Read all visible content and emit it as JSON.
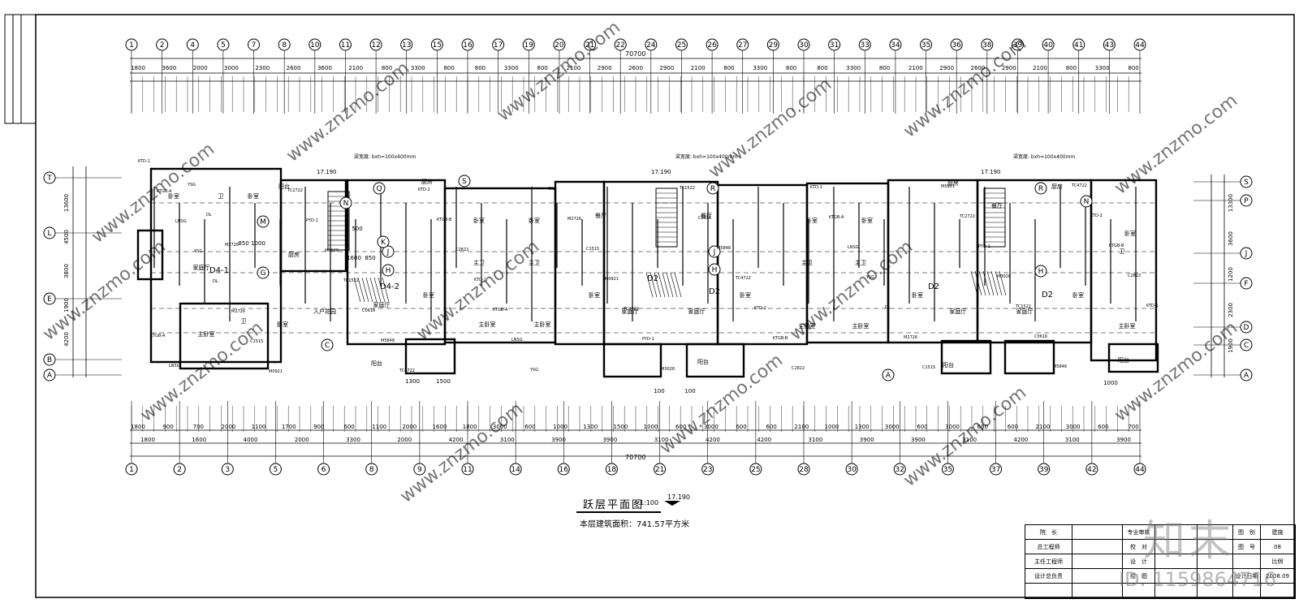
{
  "drawing": {
    "title": "跃层平面图",
    "scale": "1:100",
    "level": "17.190",
    "area_note": "本层建筑面积：741.57平方米",
    "total_dim": "70700",
    "top_axis_labels": [
      "1",
      "2",
      "4",
      "5",
      "7",
      "8",
      "10",
      "11",
      "12",
      "13",
      "15",
      "16",
      "17",
      "19",
      "20",
      "21",
      "22",
      "24",
      "25",
      "26",
      "27",
      "29",
      "30",
      "31",
      "33",
      "34",
      "35",
      "36",
      "38",
      "39",
      "40",
      "41",
      "43",
      "44"
    ],
    "bottom_axis_labels": [
      "1",
      "2",
      "3",
      "5",
      "6",
      "8",
      "9",
      "11",
      "14",
      "16",
      "18",
      "21",
      "23",
      "25",
      "28",
      "30",
      "32",
      "35",
      "37",
      "39",
      "42",
      "44"
    ],
    "left_axis_labels": [
      "T",
      "L",
      "E",
      "B",
      "A"
    ],
    "right_axis_labels": [
      "S",
      "P",
      "J",
      "F",
      "D",
      "C",
      "A"
    ],
    "top_dims_row1": [
      "1800",
      "3600",
      "2000",
      "3000",
      "2300",
      "2600",
      "3600",
      "2100",
      "800",
      "3300",
      "800",
      "800",
      "3300",
      "800",
      "2100",
      "2900",
      "2600",
      "2900",
      "2100",
      "800",
      "3300",
      "800",
      "800",
      "3300",
      "800",
      "2100",
      "2900",
      "2600",
      "2900",
      "2100",
      "800",
      "3300",
      "800"
    ],
    "bottom_dims_row1": [
      "1800",
      "900",
      "700",
      "2000",
      "1100",
      "1700",
      "900",
      "600",
      "1100",
      "2000",
      "1600",
      "1800",
      "3000",
      "600",
      "1000",
      "1300",
      "1500",
      "1000",
      "600",
      "3000",
      "600",
      "600",
      "2100",
      "1000",
      "1300",
      "3000",
      "600",
      "3000",
      "600",
      "600",
      "2100",
      "3000",
      "600",
      "700"
    ],
    "bottom_dims_row2": [
      "1800",
      "1600",
      "4000",
      "2000",
      "3300",
      "2000",
      "4200",
      "3100",
      "3900",
      "3900",
      "3100",
      "4200",
      "4200",
      "3100",
      "3900",
      "3900",
      "3100",
      "4200",
      "3100",
      "3900"
    ],
    "left_dims_outer": [
      "13600",
      "4500",
      "3800",
      "1900",
      "4200"
    ],
    "right_dims_outer": [
      "13300",
      "3600",
      "1200",
      "2300",
      "1900"
    ],
    "unit_labels": [
      "D4-1",
      "D4-2",
      "D2",
      "D2",
      "D2",
      "D2"
    ],
    "room_labels": {
      "living": "家庭厅",
      "bedroom": "卧室",
      "master": "主卧室",
      "kitchen": "厨房",
      "bath": "卫",
      "master_bath": "主卫",
      "dining": "餐厅",
      "balcony": "阳台",
      "garden": "入户花园"
    },
    "tags": [
      "KTD-1",
      "KTGB-A",
      "LNSG",
      "YSG",
      "DL",
      "M2726",
      "C1515",
      "M0921",
      "TC2722",
      "PYD-1",
      "M3026",
      "TC1522",
      "C0616",
      "M5848",
      "TC4722",
      "KTD-2",
      "KTGB-B",
      "C2822"
    ],
    "beam_note": "梁宽度: bxh=100x400mm",
    "small_dims": [
      "100",
      "100",
      "1300",
      "1500",
      "1600",
      "850",
      "850",
      "1000",
      "1000",
      "500"
    ]
  },
  "title_block": {
    "rows": [
      [
        "院　长",
        "",
        "专业审核",
        "",
        "",
        "图　别",
        "建施"
      ],
      [
        "总工程师",
        "",
        "校　对",
        "",
        "",
        "图　号",
        "08"
      ],
      [
        "主任工程师",
        "",
        "设　计",
        "",
        "",
        "",
        "比例"
      ],
      [
        "设计总负责",
        "",
        "绘　图",
        "",
        "",
        "设计日期",
        "2008.09"
      ],
      [
        "",
        "",
        "",
        "",
        "",
        "",
        ""
      ]
    ]
  },
  "overlay": {
    "logo": "知末",
    "id": "ID: 1159864716",
    "watermark": "www.znzmo.com"
  },
  "colors": {
    "line": "#000000",
    "background": "#ffffff",
    "watermark": "#b0b0b0"
  }
}
